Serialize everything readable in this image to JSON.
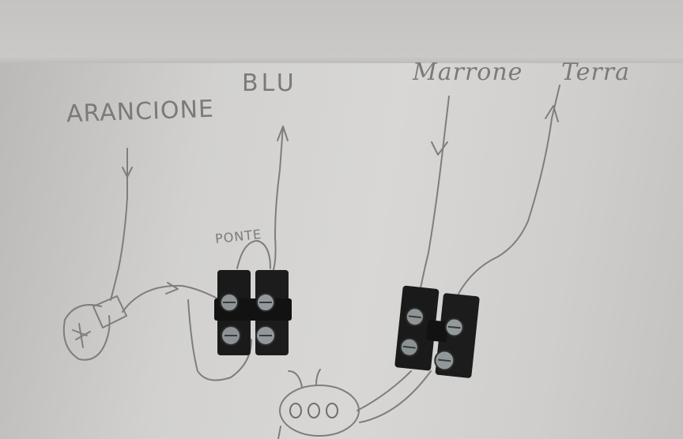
{
  "labels": {
    "arancione": "ARANCIONE",
    "blu": "BLU",
    "marrone": "Marrone",
    "terra": "Terra",
    "ponte": "PONTE"
  },
  "colors": {
    "paper": "#d3d2d0",
    "pencil": "#7b7a78",
    "block": "#1b1b1b",
    "screw": "#9aa0a2"
  }
}
